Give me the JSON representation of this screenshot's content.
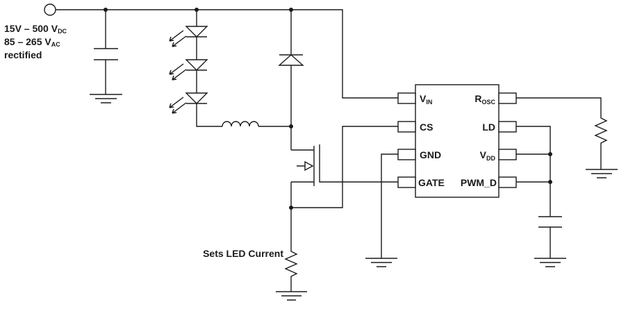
{
  "supply": {
    "line1_main": "15V – 500 V",
    "line1_sub": "DC",
    "line2_main": "85 – 265 V",
    "line2_sub": "AC",
    "line3": "rectified"
  },
  "ic": {
    "left_pins": [
      {
        "main": "V",
        "sub": "IN"
      },
      {
        "main": "CS",
        "sub": ""
      },
      {
        "main": "GND",
        "sub": ""
      },
      {
        "main": "GATE",
        "sub": ""
      }
    ],
    "right_pins": [
      {
        "main": "R",
        "sub": "OSC"
      },
      {
        "main": "LD",
        "sub": ""
      },
      {
        "main": "V",
        "sub": "DD"
      },
      {
        "main": "PWM_D",
        "sub": ""
      }
    ]
  },
  "sense_resistor_label": "Sets LED Current",
  "colors": {
    "wire": "#1a1a1a",
    "background": "#ffffff"
  }
}
